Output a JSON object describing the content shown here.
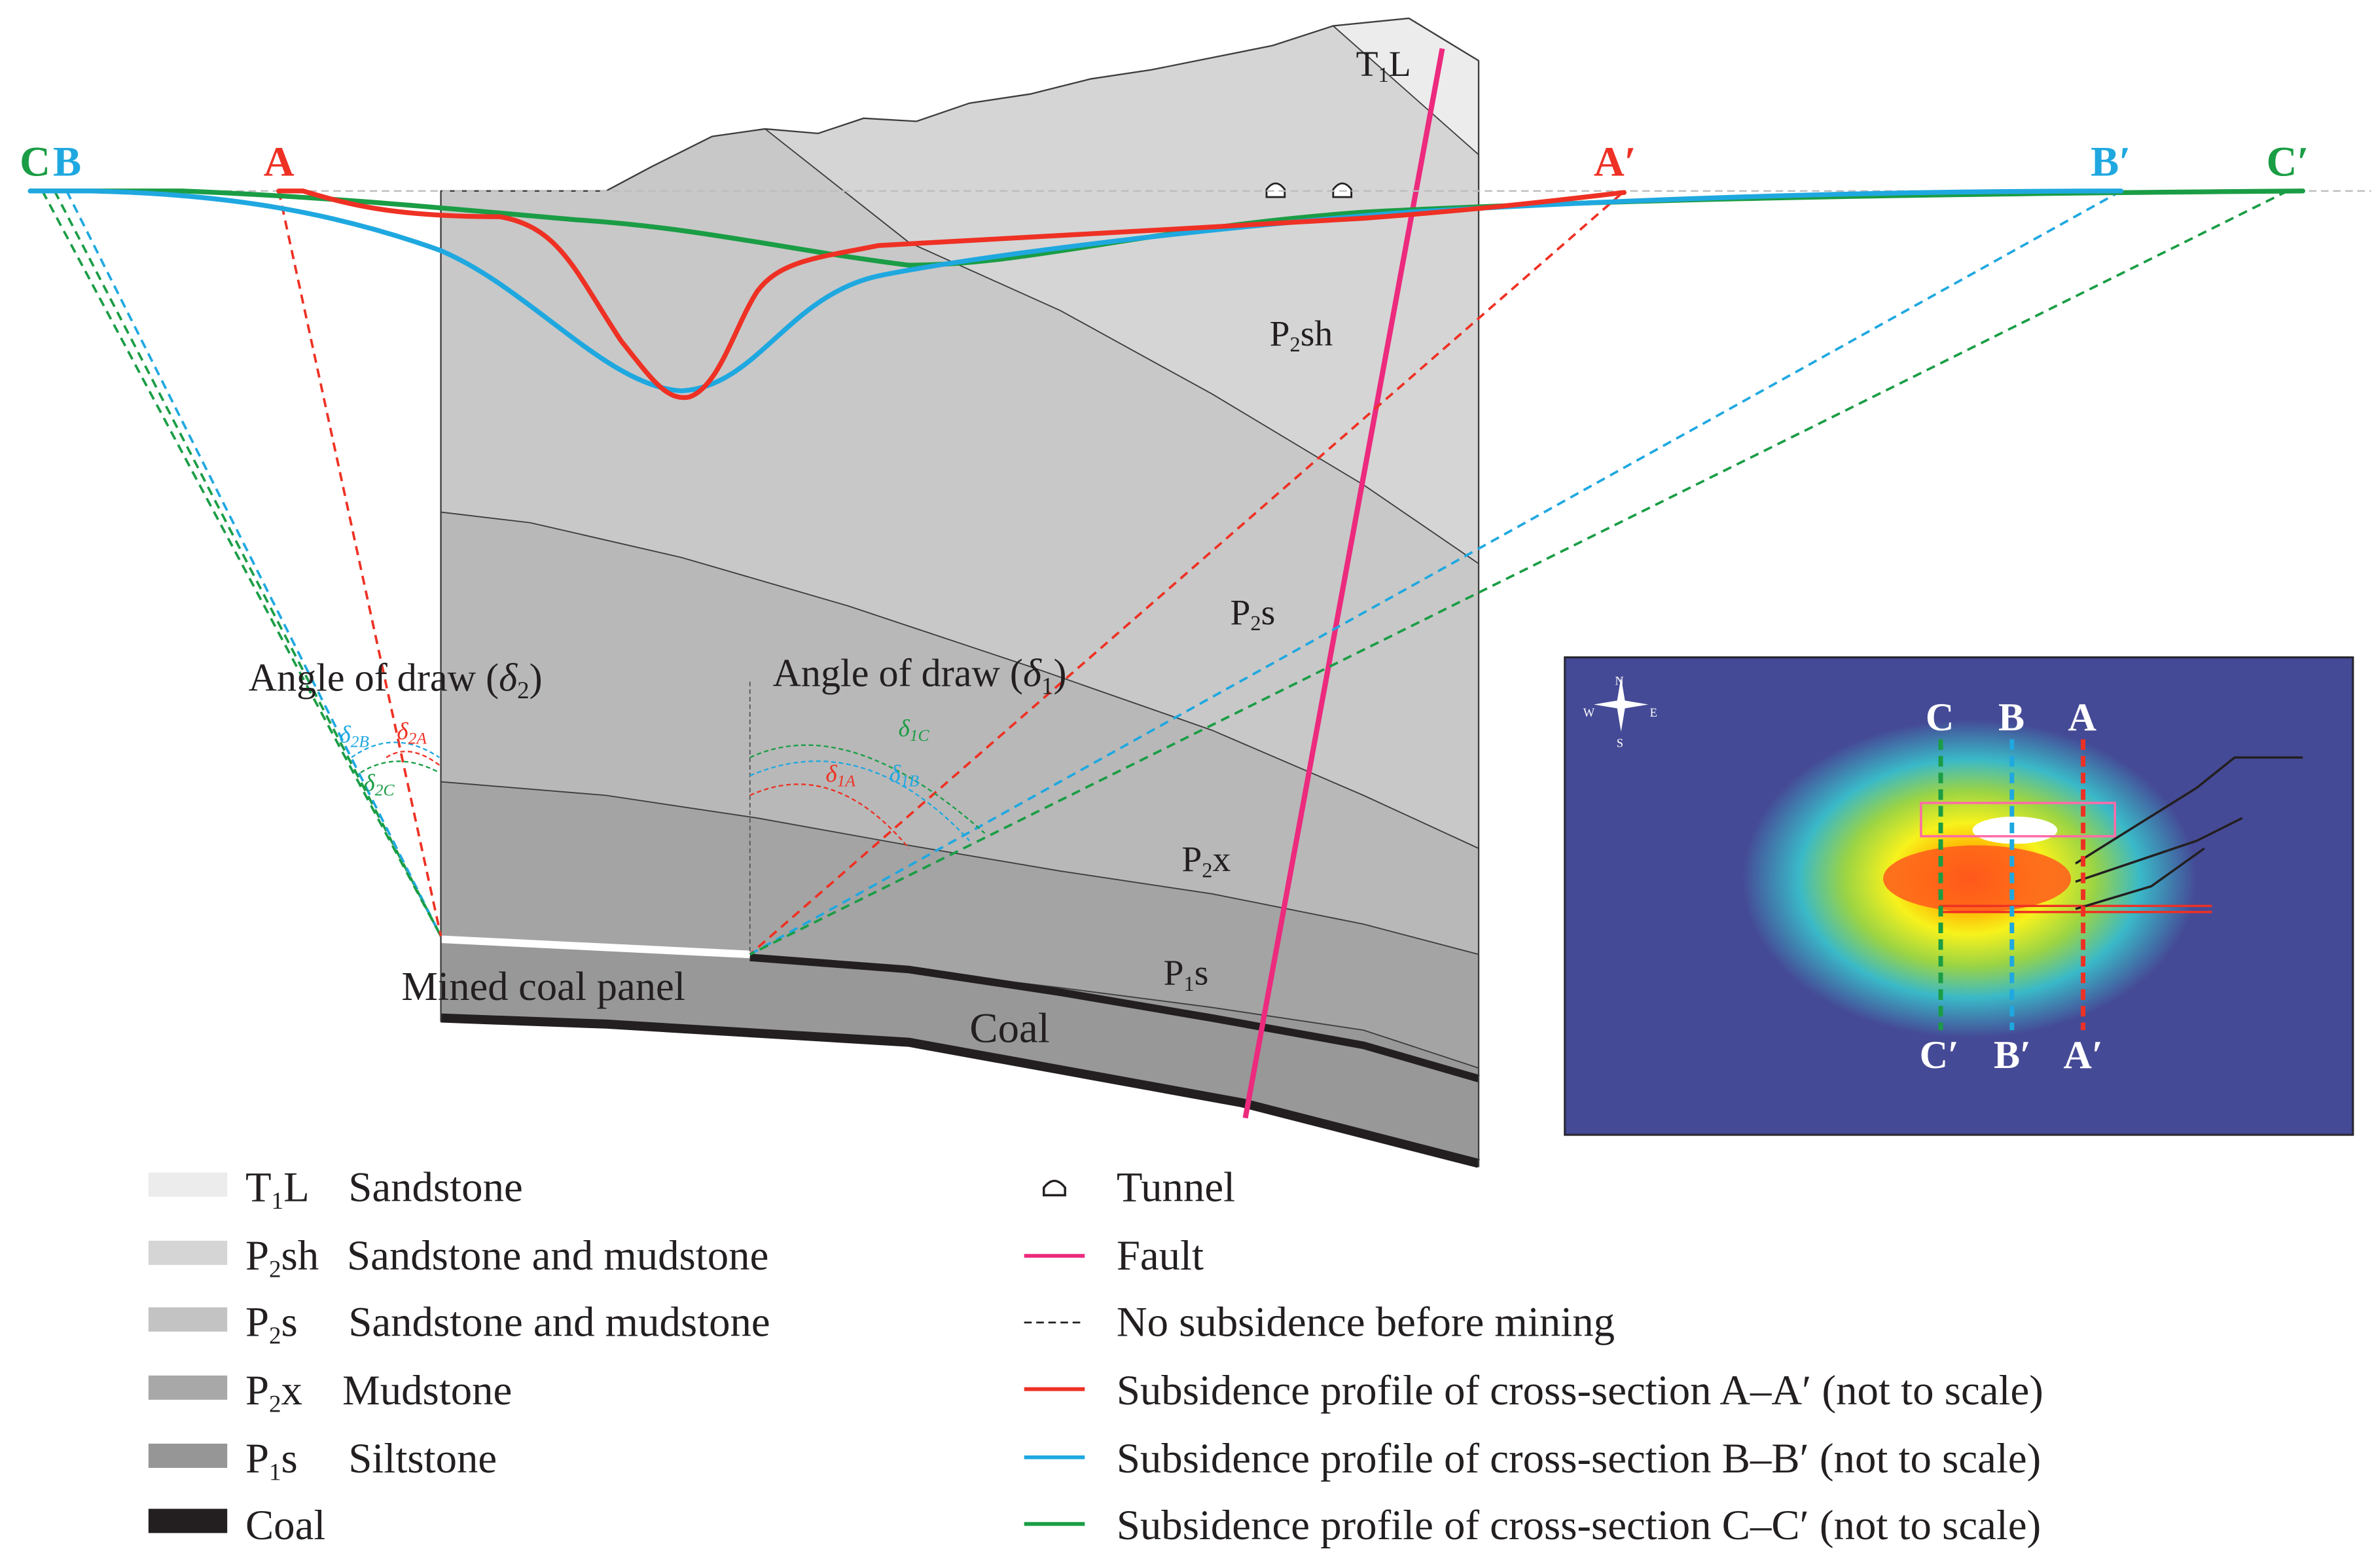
{
  "colors": {
    "red": "#ee3124",
    "blue": "#1fa8e0",
    "green": "#1a9d45",
    "fault": "#ec2a7e",
    "T1L": "#ececec",
    "P2sh": "#d5d5d5",
    "P2s": "#c3c3c3",
    "P2x": "#a8a8a8",
    "P1s": "#969696",
    "coal": "#231f20"
  },
  "section": {
    "endpoints": {
      "C": "C",
      "B": "B",
      "A": "A",
      "A_prime": "A′",
      "B_prime": "B′",
      "C_prime": "C′"
    },
    "strata": {
      "T1L": {
        "base": "T",
        "sub": "1",
        "tail": "L"
      },
      "P2sh": {
        "base": "P",
        "sub": "2",
        "tail": "sh"
      },
      "P2s": {
        "base": "P",
        "sub": "2",
        "tail": "s"
      },
      "P2x": {
        "base": "P",
        "sub": "2",
        "tail": "x"
      },
      "P1s": {
        "base": "P",
        "sub": "1",
        "tail": "s"
      },
      "coal": "Coal"
    },
    "angle_left": {
      "text": "Angle of draw (",
      "symbol": "δ",
      "sub": "2",
      "close": ")"
    },
    "angle_right": {
      "text": "Angle of draw (",
      "symbol": "δ",
      "sub": "1",
      "close": ")"
    },
    "deltas": {
      "d2B": {
        "symbol": "δ",
        "sub": "2B"
      },
      "d2A": {
        "symbol": "δ",
        "sub": "2A"
      },
      "d2C": {
        "symbol": "δ",
        "sub": "2C"
      },
      "d1C": {
        "symbol": "δ",
        "sub": "1C"
      },
      "d1A": {
        "symbol": "δ",
        "sub": "1A"
      },
      "d1B": {
        "symbol": "δ",
        "sub": "1B"
      }
    },
    "mined_panel": "Mined coal panel"
  },
  "inset": {
    "compass": {
      "N": "N",
      "S": "S",
      "E": "E",
      "W": "W"
    },
    "top_labels": {
      "C": "C",
      "B": "B",
      "A": "A"
    },
    "bottom_labels": {
      "C": "C′",
      "B": "B′",
      "A": "A′"
    }
  },
  "legend": {
    "left": [
      {
        "code_base": "T",
        "code_sub": "1",
        "code_tail": "L",
        "name": "Sandstone",
        "color": "#ececec"
      },
      {
        "code_base": "P",
        "code_sub": "2",
        "code_tail": "sh",
        "name": "Sandstone and mudstone",
        "color": "#d5d5d5"
      },
      {
        "code_base": "P",
        "code_sub": "2",
        "code_tail": "s",
        "name": "Sandstone and mudstone",
        "color": "#c3c3c3"
      },
      {
        "code_base": "P",
        "code_sub": "2",
        "code_tail": "x",
        "name": "Mudstone",
        "color": "#a8a8a8"
      },
      {
        "code_base": "P",
        "code_sub": "1",
        "code_tail": "s",
        "name": "Siltstone",
        "color": "#969696"
      },
      {
        "code_base": "",
        "code_sub": "",
        "code_tail": "",
        "name": "Coal",
        "color": "#231f20"
      }
    ],
    "right": [
      {
        "label": "Tunnel",
        "icon": "tunnel-icon"
      },
      {
        "label": "Fault",
        "icon": "fault-line"
      },
      {
        "label": "No subsidence before mining",
        "icon": "dashed-line"
      },
      {
        "label": "Subsidence profile of cross-section A–A′ (not to scale)",
        "icon": "red-line"
      },
      {
        "label": "Subsidence profile of cross-section B–B′ (not to scale)",
        "icon": "blue-line"
      },
      {
        "label": "Subsidence profile of cross-section C–C′ (not to scale)",
        "icon": "green-line"
      }
    ]
  }
}
